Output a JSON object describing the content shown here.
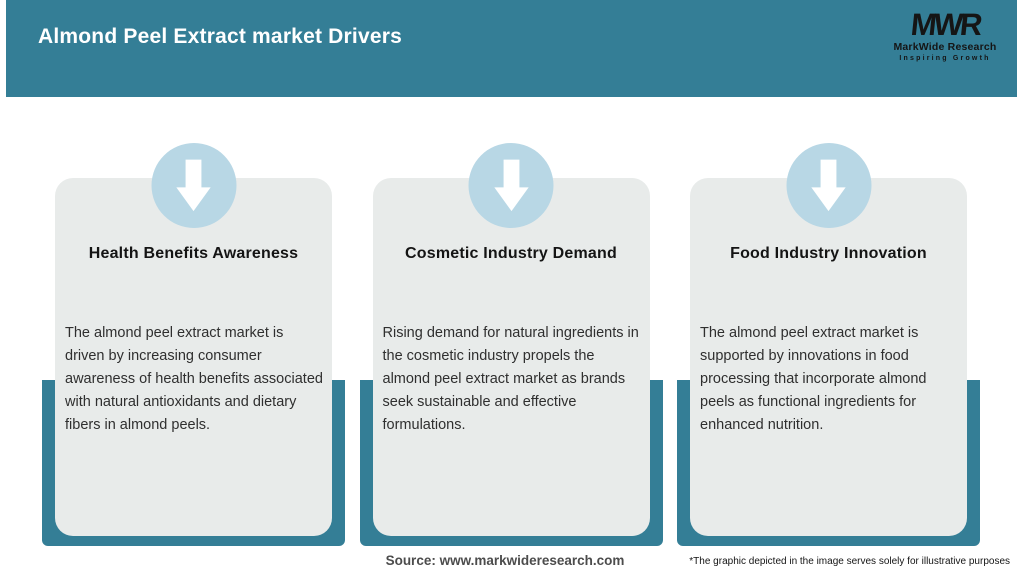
{
  "header": {
    "title": "Almond Peel Extract market Drivers",
    "logo": {
      "monogram": "MWR",
      "name": "MarkWide Research",
      "tagline": "Inspiring Growth"
    }
  },
  "cards": [
    {
      "title": "Health Benefits Awareness",
      "description": "The almond peel extract market is driven by increasing consumer awareness of health benefits associated with natural antioxidants and dietary fibers in almond peels."
    },
    {
      "title": "Cosmetic Industry Demand",
      "description": "Rising demand for natural ingredients in the cosmetic industry propels the almond peel extract market as brands seek sustainable and effective formulations."
    },
    {
      "title": "Food Industry Innovation",
      "description": "The almond peel extract market is supported by innovations in food processing that incorporate almond peels as functional ingredients for enhanced nutrition."
    }
  ],
  "footer": {
    "source": "Source: www.markwideresearch.com",
    "disclaimer": "*The graphic depicted in the image serves solely for illustrative purposes"
  },
  "icons": {
    "card_icon": "down-arrow"
  },
  "colors": {
    "teal": "#347E96",
    "circle_blue": "#B8D7E5",
    "card_gray": "#E8EBEA"
  }
}
